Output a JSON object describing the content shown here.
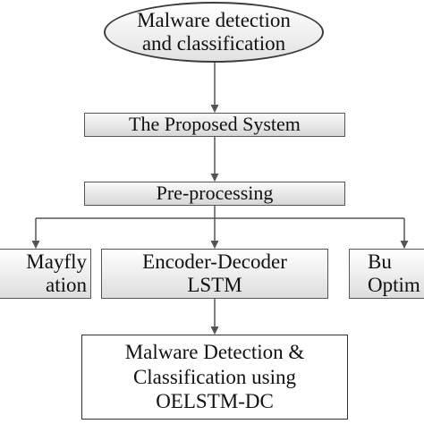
{
  "nodes": {
    "start": {
      "line1": "Malware detection",
      "line2": "and classification"
    },
    "proposed": {
      "label": "The Proposed System"
    },
    "preprocessing": {
      "label": "Pre-processing"
    },
    "left": {
      "line1": "Mayfly",
      "line2": "ation"
    },
    "center": {
      "line1": "Encoder-Decoder",
      "line2": "LSTM"
    },
    "right": {
      "line1": "Bu",
      "line2": "Optim"
    },
    "final": {
      "line1": "Malware Detection &",
      "line2": "Classification using",
      "line3": "OELSTM-DC"
    }
  }
}
